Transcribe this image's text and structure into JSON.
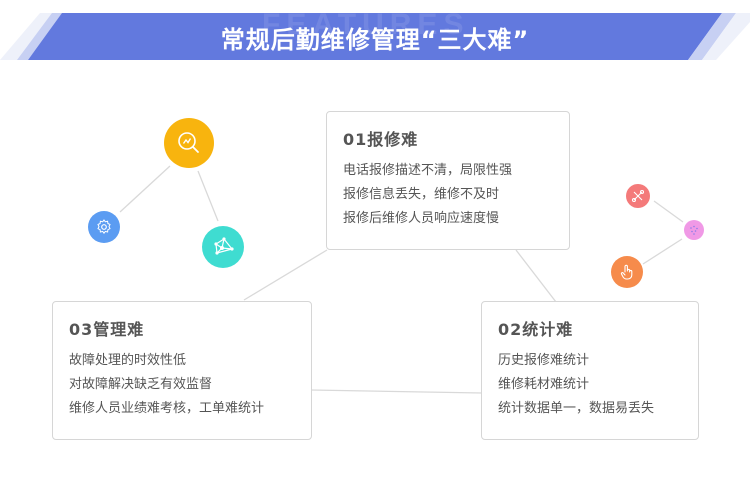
{
  "banner": {
    "title": "常规后勤维修管理“三大难”",
    "ghost_text": "FEATURES",
    "color": "#6279de",
    "stripe_light": "#c7d0f3",
    "stripe_faint": "#eef1fa"
  },
  "cards": [
    {
      "id": "01",
      "title": "01报修难",
      "lines": [
        "电话报修描述不清，局限性强",
        "报修信息丢失，维修不及时",
        "报修后维修人员响应速度慢"
      ]
    },
    {
      "id": "02",
      "title": "02统计难",
      "lines": [
        "历史报修难统计",
        "维修耗材难统计",
        "统计数据单一，数据易丢失"
      ]
    },
    {
      "id": "03",
      "title": "03管理难",
      "lines": [
        "故障处理的时效性低",
        "对故障解决缺乏有效监督",
        "维修人员业绩难考核，工单难统计"
      ]
    }
  ],
  "nodes": [
    {
      "name": "analytics-search-icon",
      "color": "#f8b40e"
    },
    {
      "name": "gear-icon",
      "color": "#5b9cf2"
    },
    {
      "name": "network-icon",
      "color": "#3fdcd1"
    },
    {
      "name": "tools-icon",
      "color": "#f47a7a"
    },
    {
      "name": "dots-icon",
      "color": "#f099e6"
    },
    {
      "name": "hand-pointer-icon",
      "color": "#f68b4b"
    }
  ],
  "connector_color": "#d9d9d9"
}
